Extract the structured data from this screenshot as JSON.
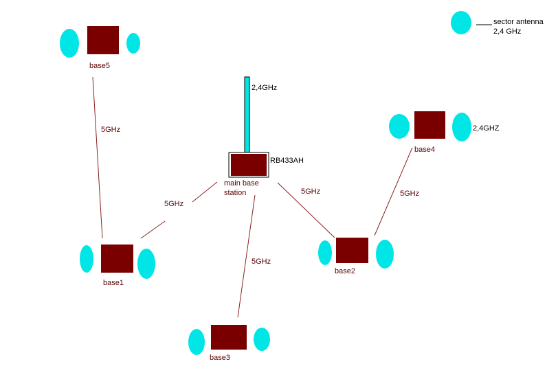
{
  "colors": {
    "box": "#7a0000",
    "antenna": "#00e5e5",
    "link": "#8b2020",
    "outline": "#000000"
  },
  "legend": {
    "line1": "sector antenna",
    "line2": "2,4 GHz"
  },
  "nodes": {
    "main": {
      "name_line1": "main base",
      "name_line2": "station",
      "model": "RB433AH",
      "antenna_label": "2,4GHz"
    },
    "base1": {
      "name": "base1"
    },
    "base2": {
      "name": "base2"
    },
    "base3": {
      "name": "base3"
    },
    "base4": {
      "name": "base4",
      "antenna_label": "2,4GHZ"
    },
    "base5": {
      "name": "base5"
    }
  },
  "links": {
    "main_base1": "5GHz",
    "main_base2": "5GHz",
    "main_base3": "5GHz",
    "base1_base5": "5GHz",
    "base2_base4": "5GHz"
  }
}
